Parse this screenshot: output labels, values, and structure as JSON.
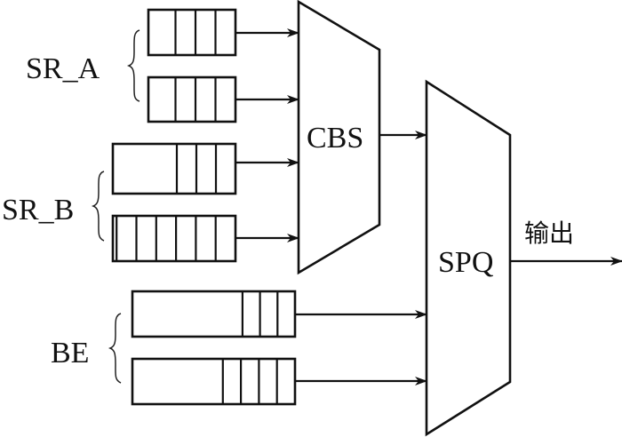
{
  "groups": [
    {
      "label": "SR_A",
      "queues": [
        {
          "filled_cells": 3
        },
        {
          "filled_cells": 3
        }
      ]
    },
    {
      "label": "SR_B",
      "queues": [
        {
          "filled_cells": 3
        },
        {
          "filled_cells": 6
        }
      ]
    },
    {
      "label": "BE",
      "queues": [
        {
          "filled_cells": 3
        },
        {
          "filled_cells": 4
        }
      ]
    }
  ],
  "blocks": {
    "cbs": {
      "label": "CBS"
    },
    "spq": {
      "label": "SPQ"
    }
  },
  "output": {
    "label": "输出"
  },
  "colors": {
    "ink": "#111111",
    "background": "#ffffff"
  }
}
